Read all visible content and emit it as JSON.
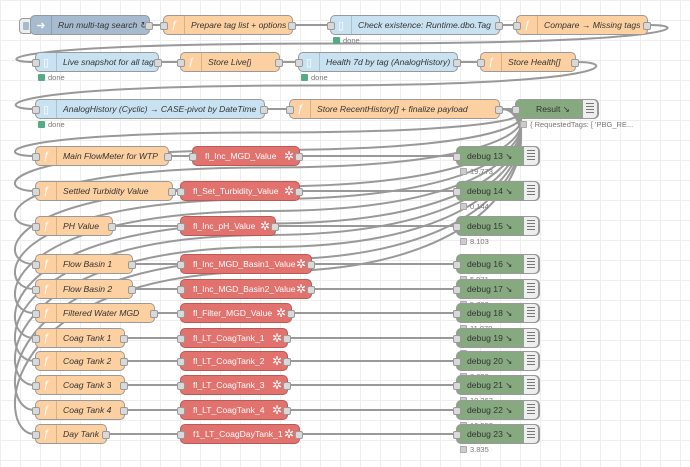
{
  "colors": {
    "function": "#fdd0a2",
    "database": "#c9e2f1",
    "inject": "#a6bbcf",
    "ui_node": "#e2726e",
    "debug": "#87a980",
    "wire": "#999999"
  },
  "row1": {
    "inject": "Run multi-tag search ↻",
    "prep": "Prepare tag list + options",
    "check": "Check existence: Runtime.dbo.Tag",
    "check_status": "done",
    "compare": "Compare → Missing tags"
  },
  "row2": {
    "snapshot": "Live snapshot for all tags",
    "snapshot_status": "done",
    "store_live": "Store Live[]",
    "health": "Health 7d by tag (AnalogHistory)",
    "health_status": "done",
    "store_health": "Store Health[]"
  },
  "row3": {
    "cyclic": "AnalogHistory (Cyclic) → CASE-pivot by DateTime",
    "cyclic_status": "done",
    "store_recent": "Store RecentHistory[] + finalize payload",
    "result": "Result ↘",
    "result_status": "{ RequestedTags: [ 'PBG_RE..."
  },
  "rows": [
    {
      "func": "Main FlowMeter for WTP",
      "ui": "fl_Inc_MGD_Value",
      "debug": "debug 13 ↘",
      "value": "19.773"
    },
    {
      "func": "Settled Turbidity Value",
      "ui": "fl_Set_Turbidity_Value",
      "debug": "debug 14 ↘",
      "value": "0.144"
    },
    {
      "func": "PH Value",
      "ui": "fl_Inc_pH_Value",
      "debug": "debug 15 ↘",
      "value": "8.103"
    },
    {
      "func": "Flow Basin 1",
      "ui": "fl_Inc_MGD_Basin1_Value",
      "debug": "debug 16 ↘",
      "value": "5.971"
    },
    {
      "func": "Flow Basin 2",
      "ui": "fl_Inc_MGD_Basin2_Value",
      "debug": "debug 17 ↘",
      "value": "5.763"
    },
    {
      "func": "Filtered Water MGD",
      "ui": "fl_Filter_MGD_Value",
      "debug": "debug 18 ↘",
      "value": "11.879"
    },
    {
      "func": "Coag Tank 1",
      "ui": "fl_LT_CoagTank_1",
      "debug": "debug 19 ↘",
      "value": "8.705"
    },
    {
      "func": "Coag Tank 2",
      "ui": "fl_LT_CoagTank_2",
      "debug": "debug 20 ↘",
      "value": "8.632"
    },
    {
      "func": "Coag Tank 3",
      "ui": "fl_LT_CoagTank_3",
      "debug": "debug 21 ↘",
      "value": "10.263"
    },
    {
      "func": "Coag Tank 4",
      "ui": "fl_LT_CoagTank_4",
      "debug": "debug 22 ↘",
      "value": "10.553"
    },
    {
      "func": "Day Tank",
      "ui": "f1_LT_CoagDayTank_1",
      "debug": "debug 23 ↘",
      "value": "3.835"
    }
  ]
}
